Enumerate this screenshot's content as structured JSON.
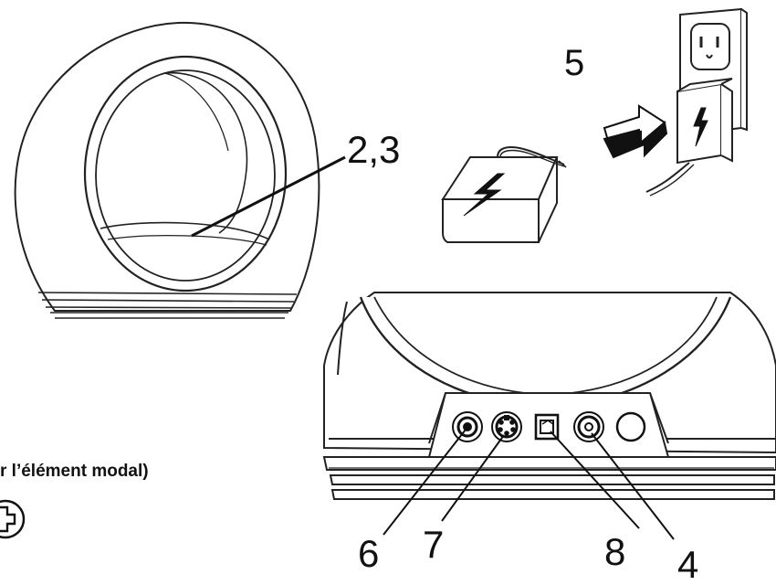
{
  "callouts": {
    "speaker_globe": "2,3",
    "power_adapter": "5",
    "jack_6": "6",
    "jack_7": "7",
    "jack_8": "8",
    "jack_4": "4"
  },
  "caption": {
    "text": "r l’élément modal)"
  },
  "icons": {
    "globe": "speaker-globe-illustration",
    "adapter": "power-adapter-illustration",
    "outlet": "wall-outlet-illustration",
    "arrow": "insert-arrow-icon",
    "rear_panel": "rear-panel-illustration",
    "plus": "plus-circle-icon"
  }
}
